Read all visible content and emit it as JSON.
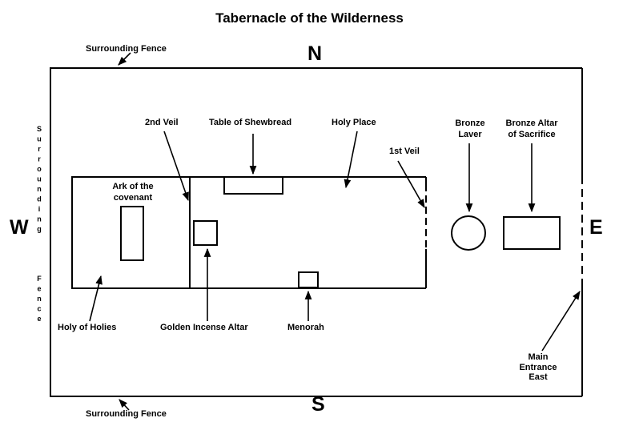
{
  "title": "Tabernacle of the Wilderness",
  "compass": {
    "north": "N",
    "south": "S",
    "east": "E",
    "west": "W"
  },
  "fence_labels": {
    "top": "Surrounding Fence",
    "bottom": "Surrounding Fence",
    "west_word1": "Surrounding",
    "west_word2": "Fence"
  },
  "labels": {
    "second_veil": "2nd Veil",
    "table_of_shewbread": "Table of Shewbread",
    "holy_place": "Holy Place",
    "first_veil": "1st Veil",
    "bronze_laver": "Bronze\nLaver",
    "bronze_altar": "Bronze Altar\nof Sacrifice",
    "ark_of_covenant": "Ark of the\ncovenant",
    "holy_of_holies": "Holy of Holies",
    "golden_incense_altar": "Golden Incense Altar",
    "menorah": "Menorah",
    "main_entrance": "Main\nEntrance\nEast"
  },
  "colors": {
    "ink": "#000000",
    "background": "#ffffff"
  }
}
